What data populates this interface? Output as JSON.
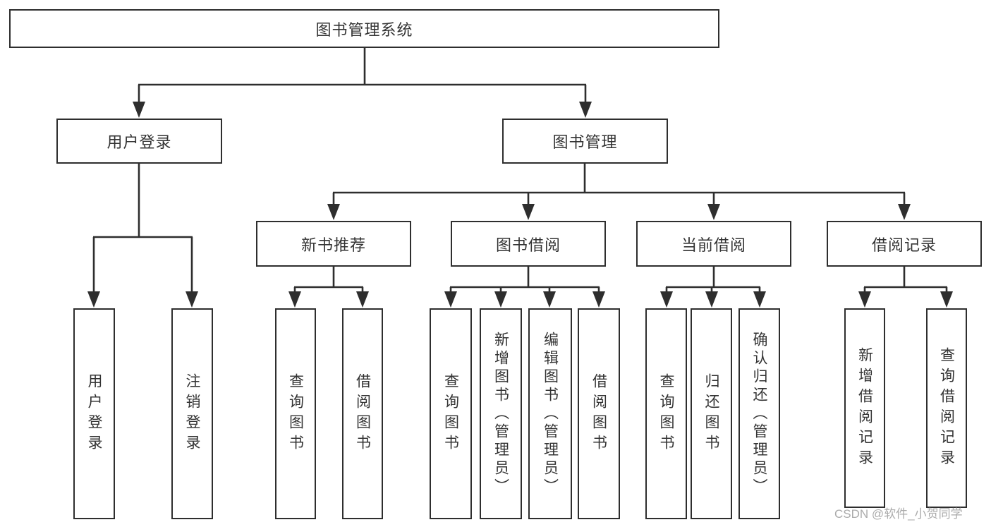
{
  "diagram": {
    "nodes": {
      "root": "图书管理系统",
      "user_login": "用户登录",
      "book_management": "图书管理",
      "new_book_recommend": "新书推荐",
      "book_borrow": "图书借阅",
      "current_borrow": "当前借阅",
      "borrow_record": "借阅记录",
      "leaf_user_login": "用户登录",
      "leaf_logout": "注销登录",
      "leaf_query_book_rec": "查询图书",
      "leaf_borrow_book_rec": "借阅图书",
      "leaf_query_book_borrow": "查询图书",
      "leaf_add_book_admin": "新增图书（管理员）",
      "leaf_edit_book_admin": "编辑图书（管理员）",
      "leaf_borrow_book_borrow": "借阅图书",
      "leaf_query_book_current": "查询图书",
      "leaf_return_book": "归还图书",
      "leaf_confirm_return_admin": "确认归还（管理员）",
      "leaf_add_borrow_record": "新增借阅记录",
      "leaf_query_borrow_record": "查询借阅记录"
    }
  },
  "watermark": {
    "text": "CSDN @软件_小贺同学"
  },
  "colors": {
    "line": "#2e2e2e",
    "text": "#333333",
    "watermark": "#ababab",
    "background": "#ffffff"
  }
}
